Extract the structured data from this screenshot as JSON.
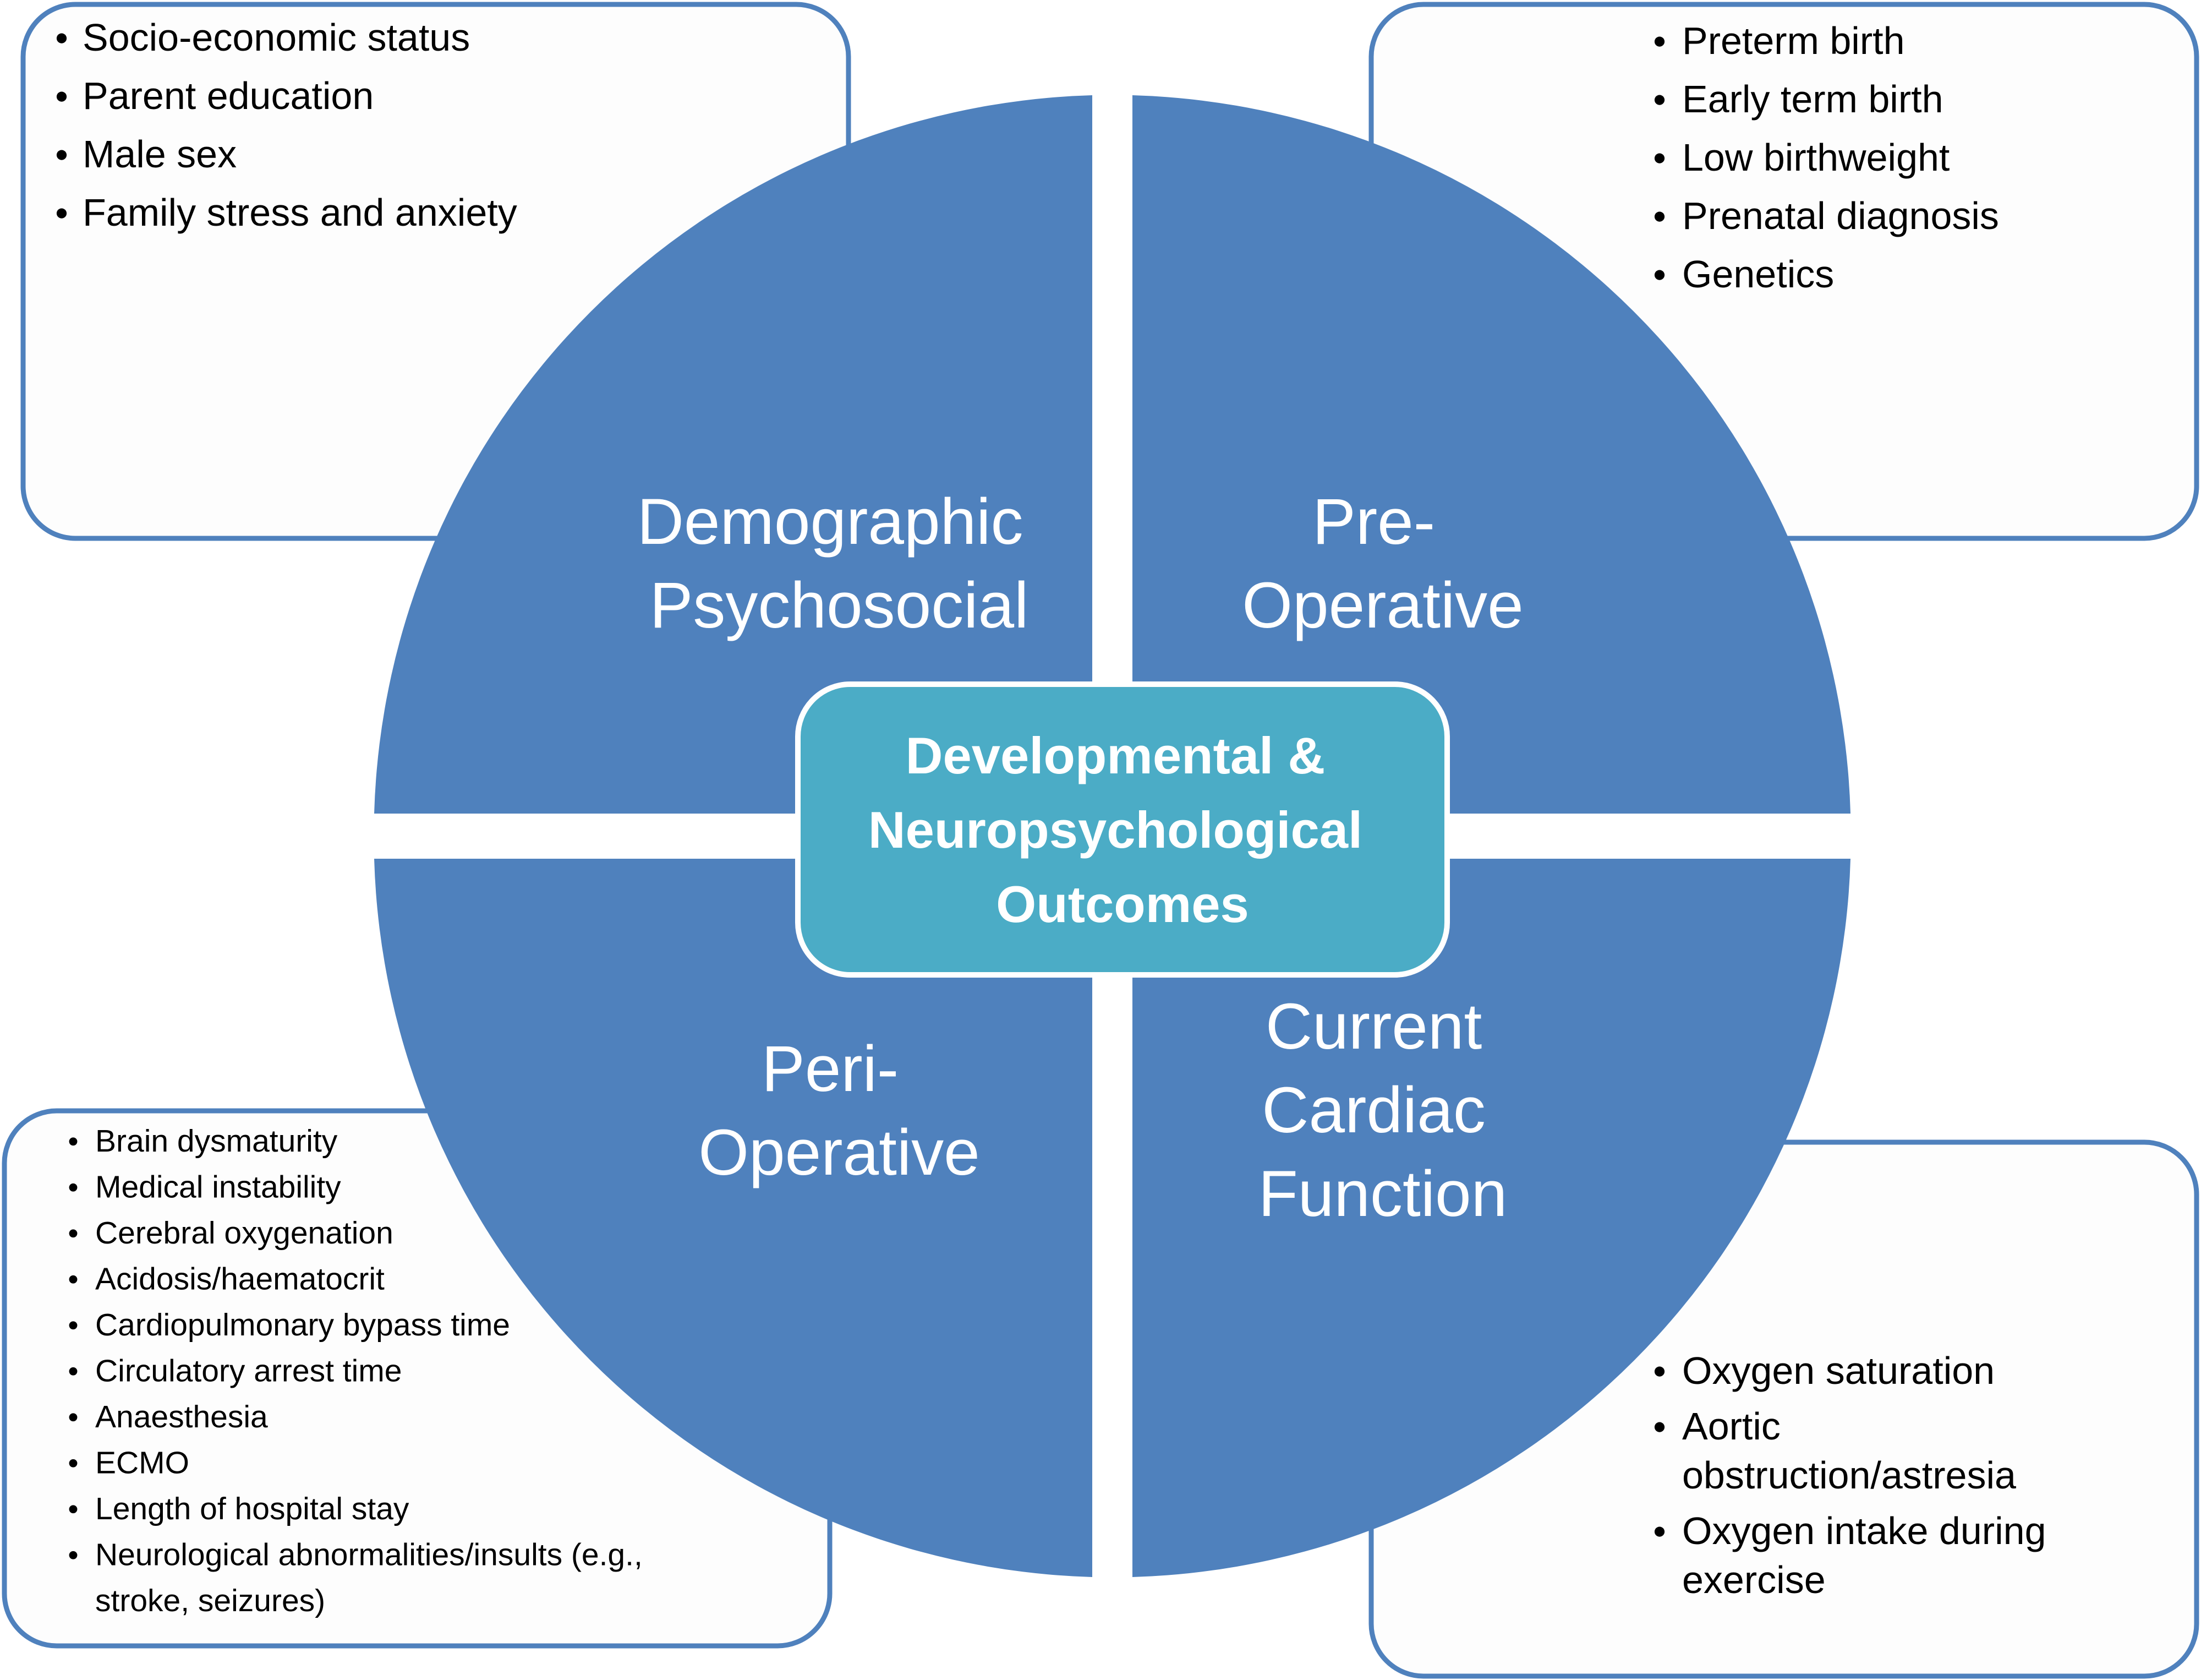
{
  "colors": {
    "quadrant_fill": "#4F81BD",
    "box_border": "#4F81BD",
    "box_fill": "#FDFDFD",
    "center_fill": "#4BACC6",
    "center_border": "#FFFFFF"
  },
  "center": {
    "lines": [
      "Developmental &",
      "Neuropsychological",
      "Outcomes"
    ]
  },
  "quadrants": {
    "top_left": {
      "lines": [
        "Demographic",
        "Psychosocial"
      ]
    },
    "top_right": {
      "lines": [
        "Pre-",
        "Operative"
      ]
    },
    "bottom_left": {
      "lines": [
        "Peri-",
        "Operative"
      ]
    },
    "bottom_right": {
      "lines": [
        "Current",
        "Cardiac",
        "Function"
      ]
    }
  },
  "boxes": {
    "top_left": {
      "items": [
        "Socio-economic status",
        "Parent education",
        "Male sex",
        "Family stress and anxiety"
      ]
    },
    "top_right": {
      "items": [
        "Preterm birth",
        "Early term birth",
        "Low birthweight",
        "Prenatal diagnosis",
        "Genetics"
      ]
    },
    "bottom_left": {
      "items": [
        "Brain dysmaturity",
        "Medical instability",
        "Cerebral oxygenation",
        "Acidosis/haematocrit",
        "Cardiopulmonary bypass time",
        "Circulatory arrest time",
        "Anaesthesia",
        "ECMO",
        "Length of hospital stay",
        "Neurological abnormalities/insults (e.g.,",
        "stroke, seizures)"
      ]
    },
    "bottom_right": {
      "items": [
        "Oxygen saturation",
        "Aortic",
        "obstruction/astresia",
        "Oxygen intake during",
        "exercise"
      ]
    }
  }
}
